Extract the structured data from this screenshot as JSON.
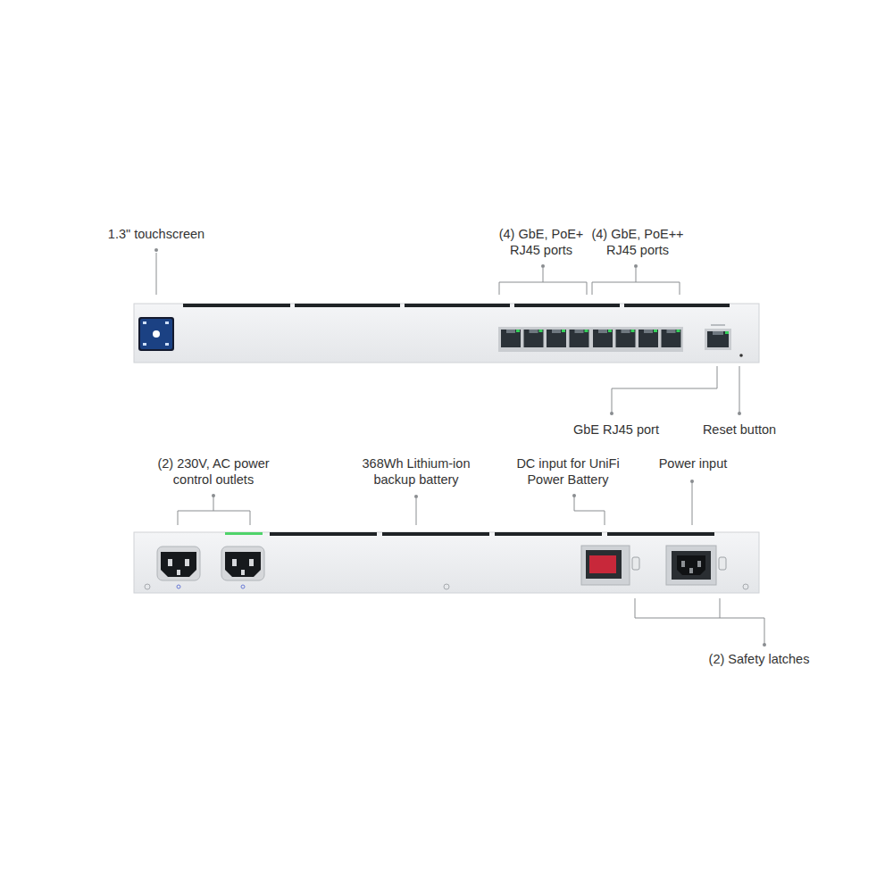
{
  "diagram": {
    "labels": [
      "1.3\" touchscreen",
      "(4) GbE, PoE+ RJ45 ports",
      "(4) GbE, PoE++ RJ45 ports",
      "GbE RJ45 port",
      "Reset button",
      "(2) 230V, AC power control outlets",
      "368Wh Lithium-ion backup battery",
      "DC input for UniFi Power Battery",
      "Power input",
      "(2) Safety latches"
    ]
  }
}
